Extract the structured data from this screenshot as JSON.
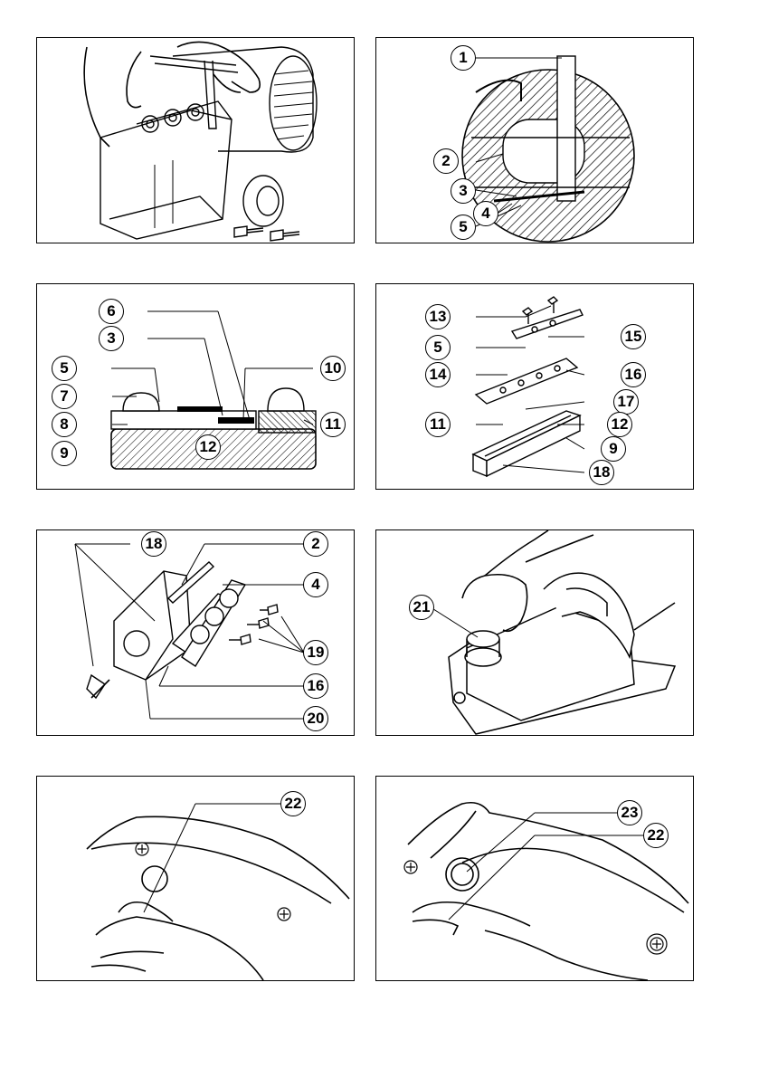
{
  "figures": [
    {
      "id": "fig1",
      "callouts": []
    },
    {
      "id": "fig2",
      "callouts": [
        "1",
        "2",
        "3",
        "4",
        "5"
      ]
    },
    {
      "id": "fig3",
      "callouts": [
        "6",
        "3",
        "5",
        "10",
        "7",
        "8",
        "11",
        "12",
        "9"
      ]
    },
    {
      "id": "fig4",
      "callouts": [
        "13",
        "5",
        "15",
        "14",
        "16",
        "17",
        "11",
        "12",
        "9",
        "18"
      ]
    },
    {
      "id": "fig5",
      "callouts": [
        "18",
        "2",
        "4",
        "19",
        "16",
        "20"
      ]
    },
    {
      "id": "fig6",
      "callouts": [
        "21"
      ]
    },
    {
      "id": "fig7",
      "callouts": [
        "22"
      ]
    },
    {
      "id": "fig8",
      "callouts": [
        "23",
        "22"
      ]
    }
  ],
  "icons": {
    "screw": "screw-icon",
    "hand": "hand-icon",
    "planer": "planer-icon"
  },
  "colors": {
    "ink": "#000000",
    "paper": "#ffffff"
  }
}
